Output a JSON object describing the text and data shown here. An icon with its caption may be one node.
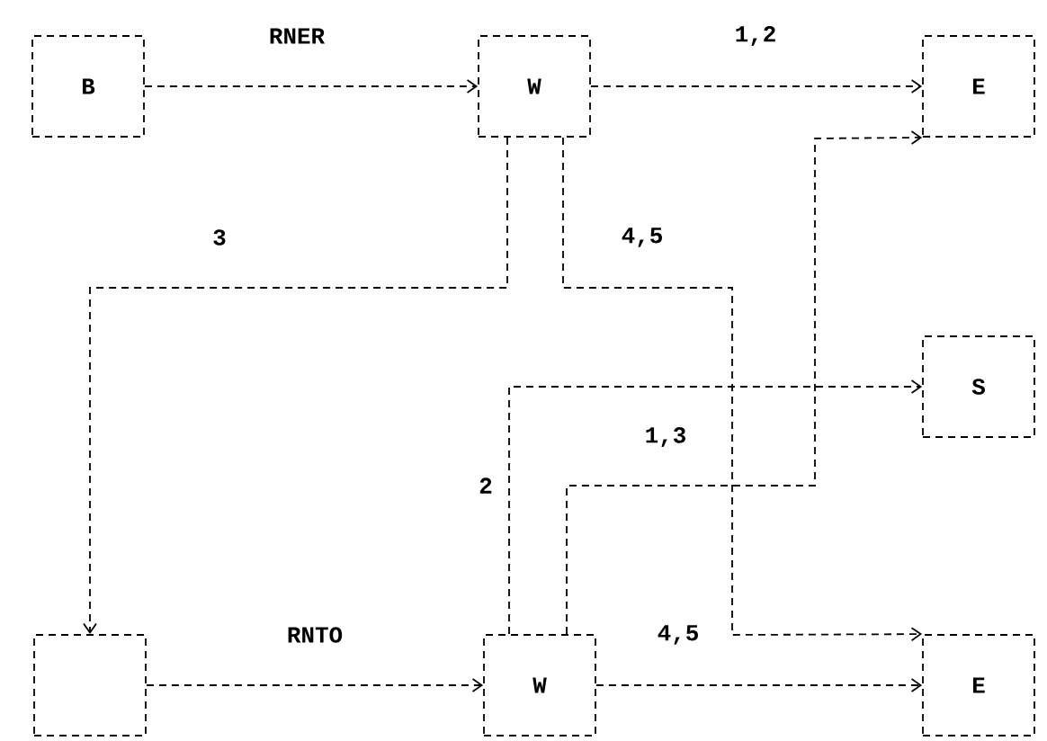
{
  "diagram": {
    "nodes": [
      {
        "text": [
          "B"
        ]
      },
      {
        "text": [
          "W"
        ]
      },
      {
        "text": [
          "E"
        ]
      },
      {
        "text": [
          "S"
        ]
      },
      {
        "text": [],
        "shape": "box"
      },
      {
        "text": [
          "W"
        ]
      },
      {
        "text": [
          "E"
        ]
      }
    ],
    "edges": [
      {
        "from": 0,
        "to": 1,
        "arrow": "to",
        "label": "RNER"
      },
      {
        "from": 1,
        "to": 2,
        "arrow": "to",
        "label": "1,2"
      },
      {
        "from": 1,
        "to": 4,
        "arrow": "to",
        "label": "3"
      },
      {
        "from": 1,
        "to": 6,
        "arrow": "to",
        "label": "4,5"
      },
      {
        "from": 5,
        "to": 2,
        "arrow": "to",
        "label": "1,3"
      },
      {
        "from": 5,
        "to": 3,
        "arrow": "to",
        "label": "2"
      },
      {
        "from": 4,
        "to": 5,
        "arrow": "to",
        "label": "RNTO"
      },
      {
        "from": 5,
        "to": 6,
        "arrow": "to"
      }
    ],
    "labels": [
      "4,5"
    ]
  }
}
